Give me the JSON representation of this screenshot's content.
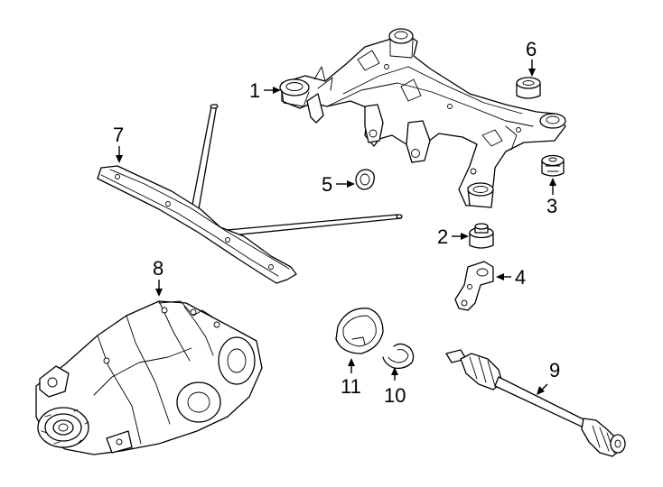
{
  "callouts": [
    {
      "number": "1",
      "part": "subframe"
    },
    {
      "number": "2",
      "part": "rear-mount-bushing"
    },
    {
      "number": "3",
      "part": "front-mount-bushing"
    },
    {
      "number": "4",
      "part": "mount-bracket"
    },
    {
      "number": "5",
      "part": "small-bushing"
    },
    {
      "number": "6",
      "part": "subframe-bushing"
    },
    {
      "number": "7",
      "part": "reinforcement-plate"
    },
    {
      "number": "8",
      "part": "differential-assembly"
    },
    {
      "number": "9",
      "part": "axle-shaft-assembly"
    },
    {
      "number": "10",
      "part": "snap-ring"
    },
    {
      "number": "11",
      "part": "shield"
    }
  ],
  "colors": {
    "line": "#000000",
    "background": "#ffffff"
  }
}
